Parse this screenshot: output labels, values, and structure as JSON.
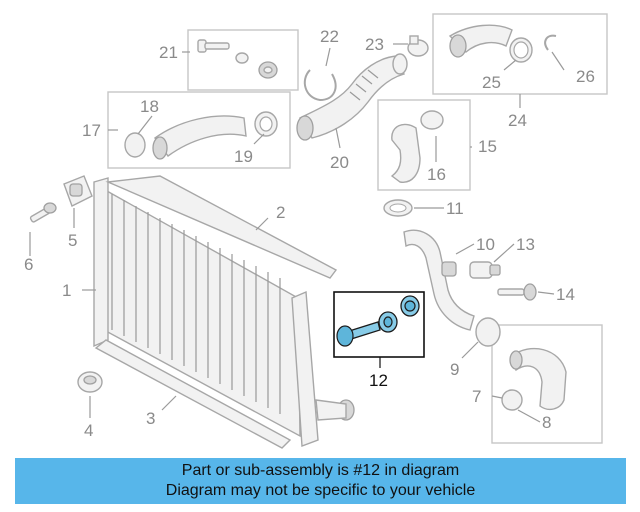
{
  "callouts": {
    "c1": "1",
    "c2": "2",
    "c3": "3",
    "c4": "4",
    "c5": "5",
    "c6": "6",
    "c7": "7",
    "c8": "8",
    "c9": "9",
    "c10": "10",
    "c11": "11",
    "c12": "12",
    "c13": "13",
    "c14": "14",
    "c15": "15",
    "c16": "16",
    "c17": "17",
    "c18": "18",
    "c19": "19",
    "c20": "20",
    "c21": "21",
    "c22": "22",
    "c23": "23",
    "c24": "24",
    "c25": "25",
    "c26": "26"
  },
  "highlight": {
    "part_number": "12",
    "color": "#87cbe7"
  },
  "banner": {
    "line1": "Part or sub-assembly is #12 in diagram",
    "line2": "Diagram may not be specific to your vehicle",
    "color": "#57b6ea"
  }
}
